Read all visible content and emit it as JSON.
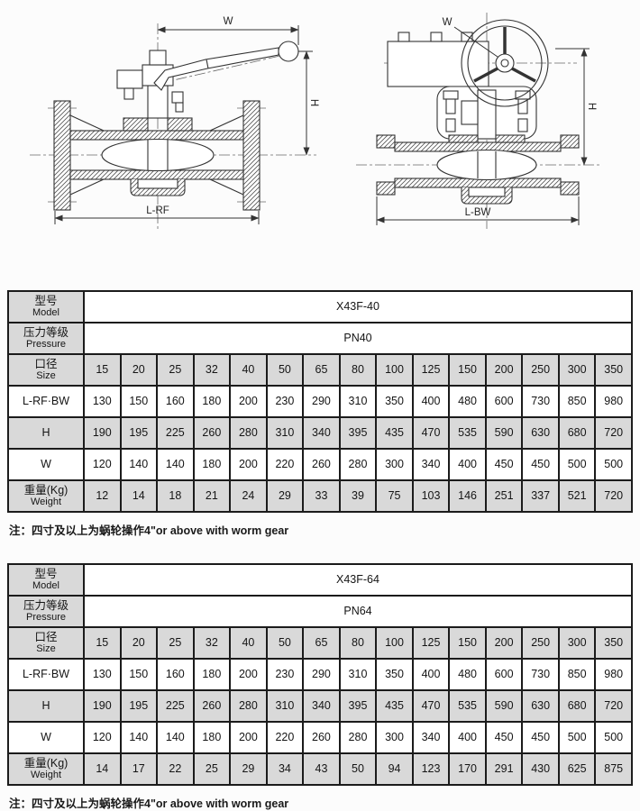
{
  "drawings": {
    "left": {
      "dim_w": "W",
      "dim_h": "H",
      "dim_l": "L-RF"
    },
    "right": {
      "dim_w": "W",
      "dim_h": "H",
      "dim_l": "L-BW"
    }
  },
  "tables": [
    {
      "rows": [
        {
          "label": [
            "型号",
            "Model"
          ],
          "span": "X43F-40"
        },
        {
          "label": [
            "压力等级",
            "Pressure"
          ],
          "span": "PN40"
        },
        {
          "label": [
            "口径",
            "Size"
          ],
          "shaded": true,
          "values": [
            "15",
            "20",
            "25",
            "32",
            "40",
            "50",
            "65",
            "80",
            "100",
            "125",
            "150",
            "200",
            "250",
            "300",
            "350"
          ]
        },
        {
          "label": [
            "L-RF·BW"
          ],
          "shaded": false,
          "values": [
            "130",
            "150",
            "160",
            "180",
            "200",
            "230",
            "290",
            "310",
            "350",
            "400",
            "480",
            "600",
            "730",
            "850",
            "980"
          ]
        },
        {
          "label": [
            "H"
          ],
          "shaded": true,
          "values": [
            "190",
            "195",
            "225",
            "260",
            "280",
            "310",
            "340",
            "395",
            "435",
            "470",
            "535",
            "590",
            "630",
            "680",
            "720"
          ]
        },
        {
          "label": [
            "W"
          ],
          "shaded": false,
          "values": [
            "120",
            "140",
            "140",
            "180",
            "200",
            "220",
            "260",
            "280",
            "300",
            "340",
            "400",
            "450",
            "450",
            "500",
            "500"
          ]
        },
        {
          "label": [
            "重量(Kg)",
            "Weight"
          ],
          "shaded": true,
          "values": [
            "12",
            "14",
            "18",
            "21",
            "24",
            "29",
            "33",
            "39",
            "75",
            "103",
            "146",
            "251",
            "337",
            "521",
            "720"
          ]
        }
      ],
      "note": "注：四寸及以上为蜗轮操作4\"or above with worm gear"
    },
    {
      "rows": [
        {
          "label": [
            "型号",
            "Model"
          ],
          "span": "X43F-64"
        },
        {
          "label": [
            "压力等级",
            "Pressure"
          ],
          "span": "PN64"
        },
        {
          "label": [
            "口径",
            "Size"
          ],
          "shaded": true,
          "values": [
            "15",
            "20",
            "25",
            "32",
            "40",
            "50",
            "65",
            "80",
            "100",
            "125",
            "150",
            "200",
            "250",
            "300",
            "350"
          ]
        },
        {
          "label": [
            "L-RF·BW"
          ],
          "shaded": false,
          "values": [
            "130",
            "150",
            "160",
            "180",
            "200",
            "230",
            "290",
            "310",
            "350",
            "400",
            "480",
            "600",
            "730",
            "850",
            "980"
          ]
        },
        {
          "label": [
            "H"
          ],
          "shaded": true,
          "values": [
            "190",
            "195",
            "225",
            "260",
            "280",
            "310",
            "340",
            "395",
            "435",
            "470",
            "535",
            "590",
            "630",
            "680",
            "720"
          ]
        },
        {
          "label": [
            "W"
          ],
          "shaded": false,
          "values": [
            "120",
            "140",
            "140",
            "180",
            "200",
            "220",
            "260",
            "280",
            "300",
            "340",
            "400",
            "450",
            "450",
            "500",
            "500"
          ]
        },
        {
          "label": [
            "重量(Kg)",
            "Weight"
          ],
          "shaded": true,
          "values": [
            "14",
            "17",
            "22",
            "25",
            "29",
            "34",
            "43",
            "50",
            "94",
            "123",
            "170",
            "291",
            "430",
            "625",
            "875"
          ]
        }
      ],
      "note": "注：四寸及以上为蜗轮操作4\"or above with worm gear"
    }
  ],
  "colors": {
    "cell_shade": "#d9d9d9",
    "table_border": "#1b1b1b",
    "page_background": "#fcfcfc",
    "drawing_line": "#333333"
  }
}
